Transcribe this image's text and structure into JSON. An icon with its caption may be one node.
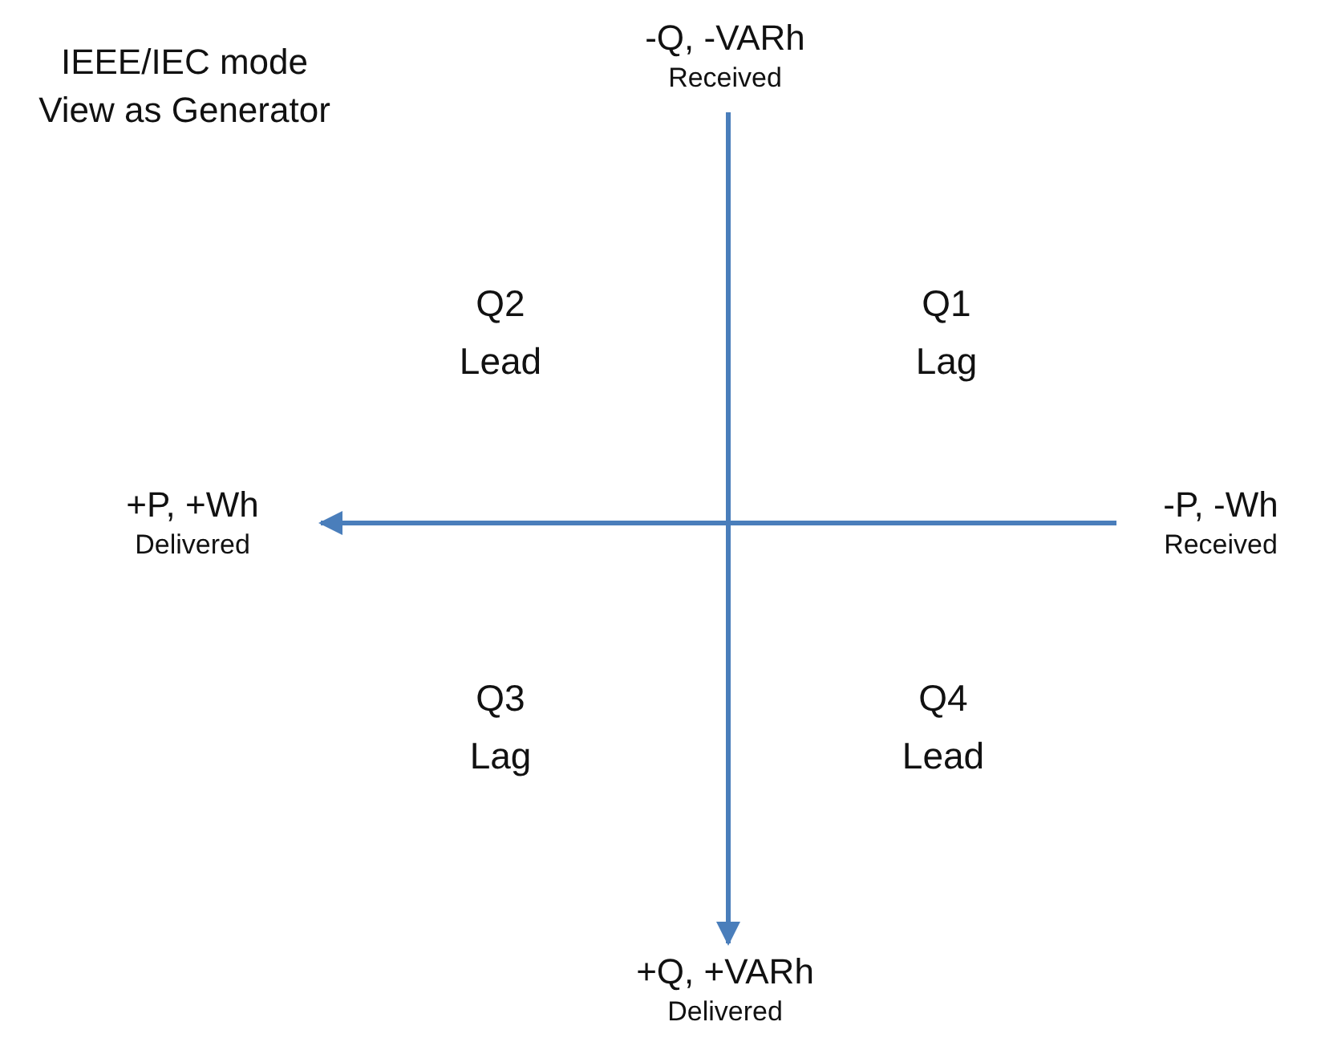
{
  "diagram": {
    "title": "IEEE/IEC mode View as Generator",
    "nodes": [
      {
        "text": [
          "-Q, -VARh",
          "Received"
        ]
      },
      {
        "text": [
          "+P, +Wh",
          "Delivered"
        ]
      },
      {
        "text": [
          "-P, -Wh",
          "Received"
        ]
      },
      {
        "text": [
          "+Q, +VARh",
          "Delivered"
        ]
      }
    ],
    "edges": [
      {
        "from": 2,
        "to": 1,
        "arrow": "to"
      },
      {
        "from": 0,
        "to": 3,
        "arrow": "to"
      }
    ],
    "labels": [
      "Q2",
      "Lead",
      "Q1",
      "Lag",
      "Q3",
      "Lag",
      "Q4",
      "Lead"
    ]
  }
}
